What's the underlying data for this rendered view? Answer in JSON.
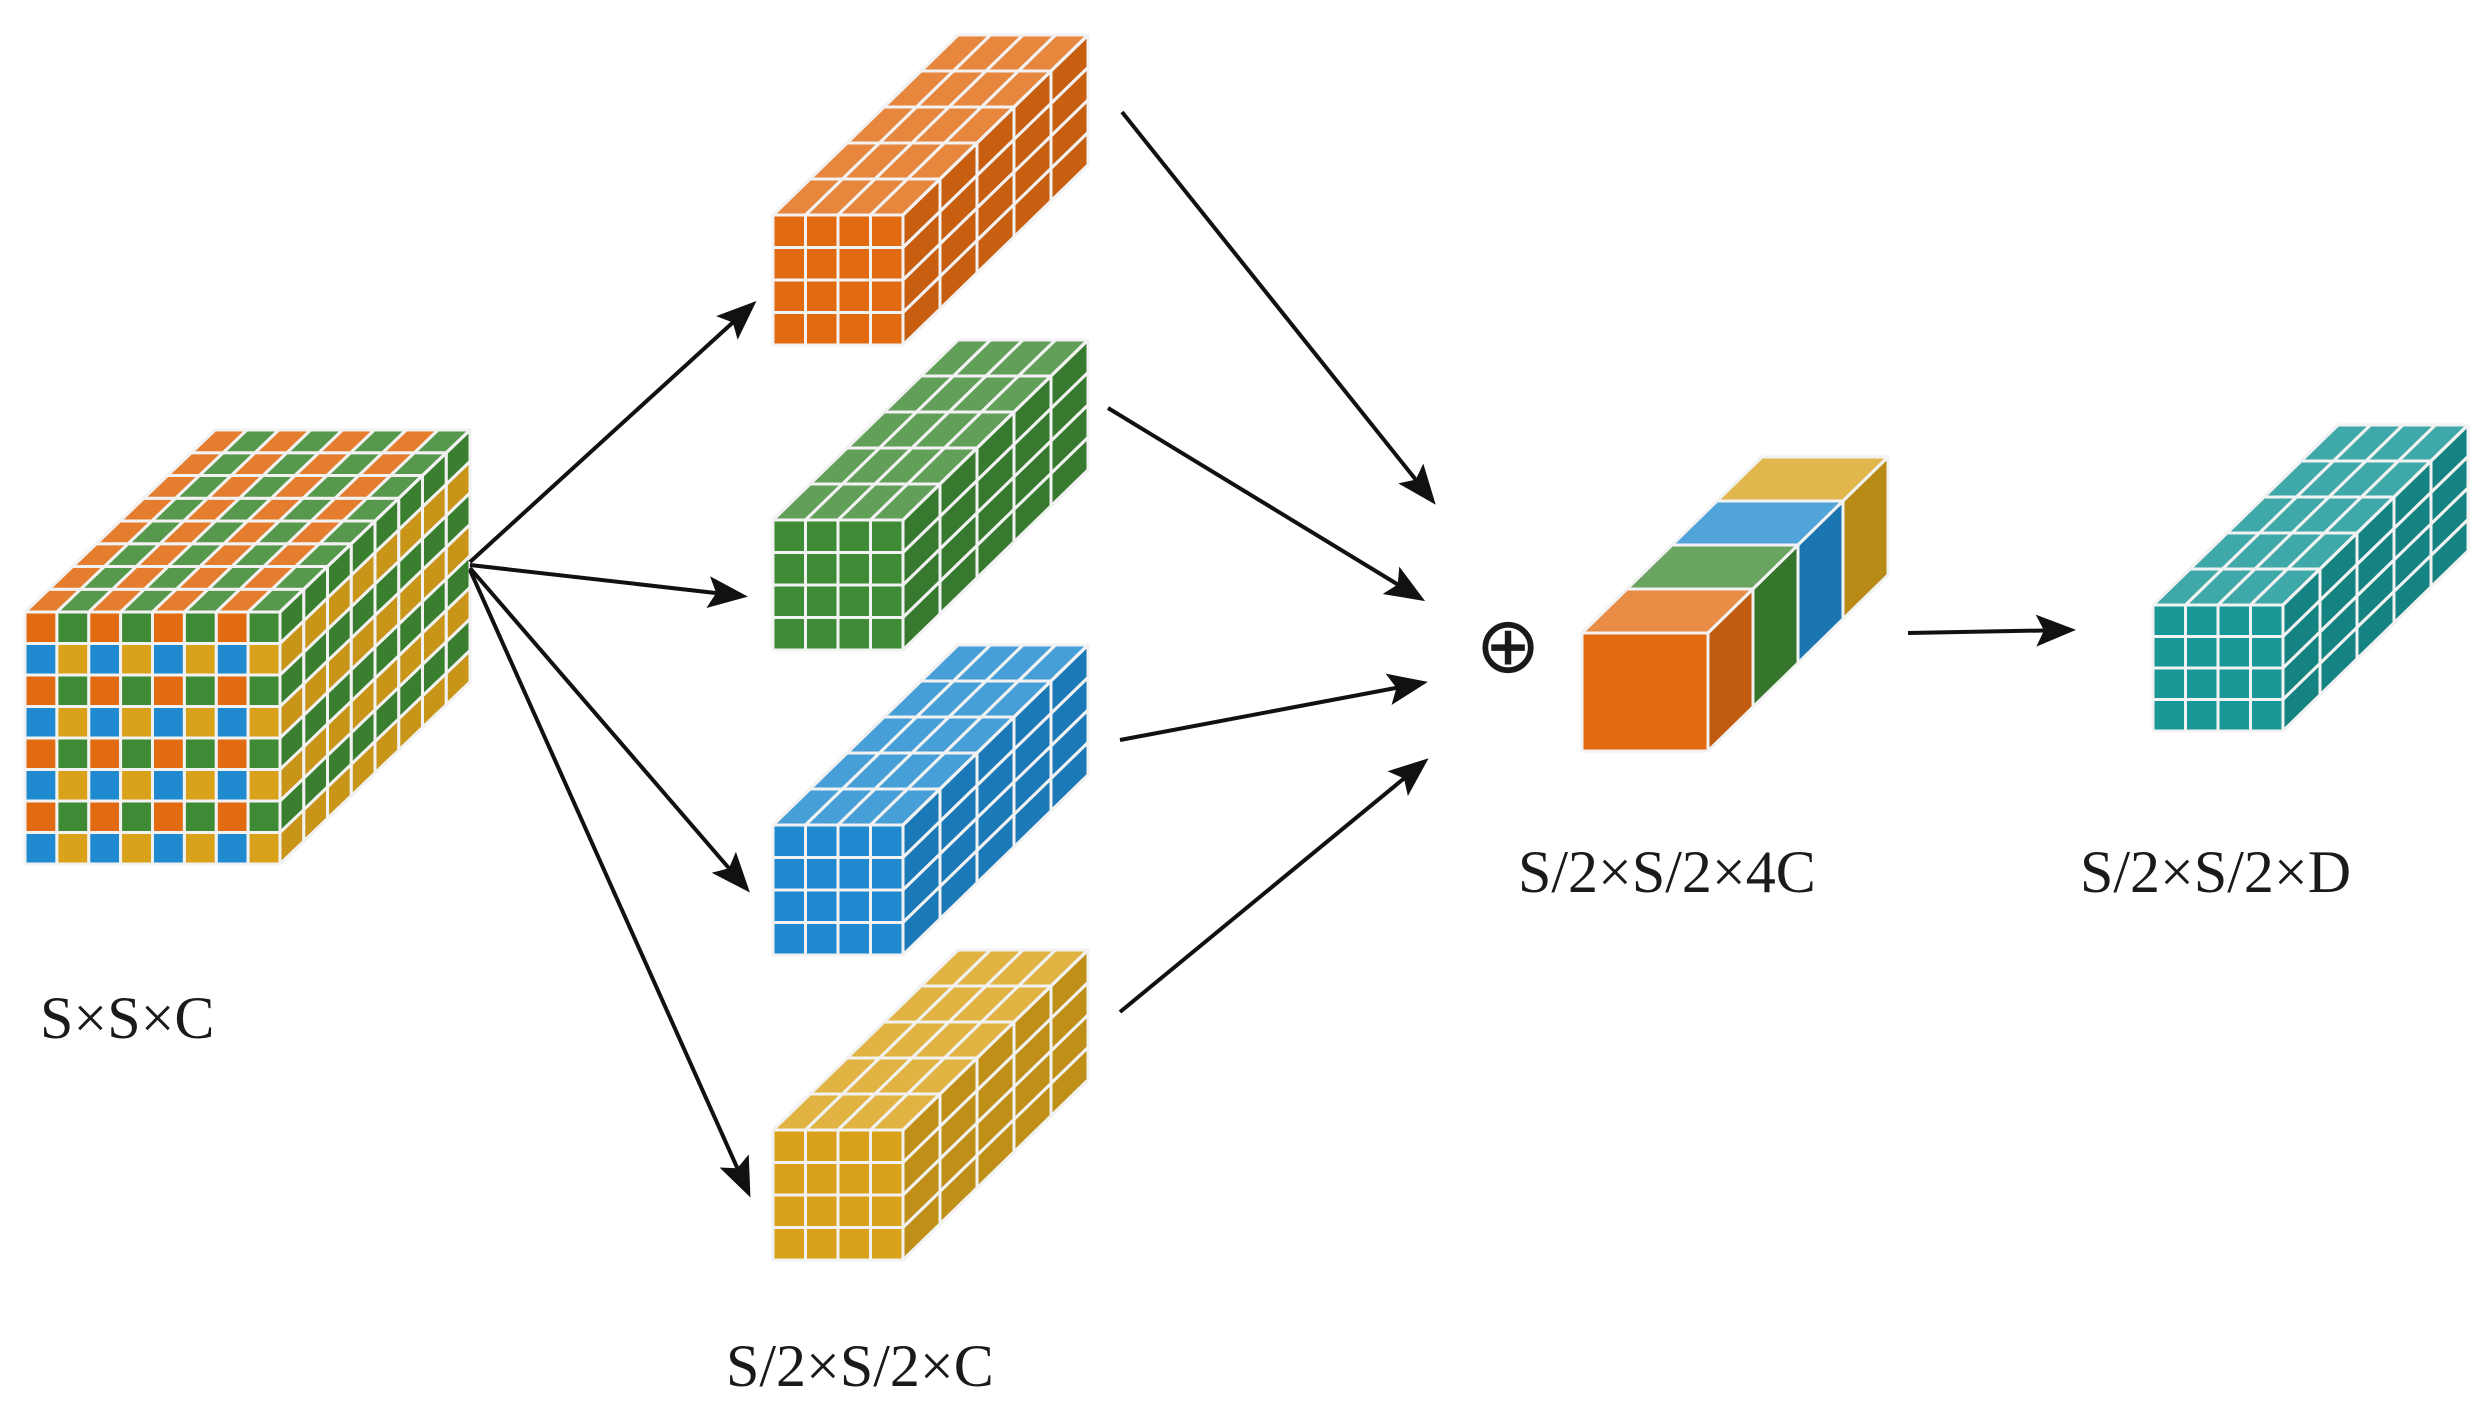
{
  "labels": {
    "input": "S×S×C",
    "split": "S/2×S/2×C",
    "concat": "S/2×S/2×4C",
    "output": "S/2×S/2×D",
    "concat_operator": "⊕"
  },
  "colors": {
    "orange": "#E26B12",
    "green": "#3F8A34",
    "blue": "#1F8AD0",
    "gold": "#D9A21A",
    "teal": "#1A9898",
    "grid_line": "#f2f2f2",
    "arrow": "#111111"
  },
  "input_tensor": {
    "front_pattern": [
      [
        "orange",
        "green",
        "orange",
        "green",
        "orange",
        "green",
        "orange",
        "green"
      ],
      [
        "blue",
        "gold",
        "blue",
        "gold",
        "blue",
        "gold",
        "blue",
        "gold"
      ],
      [
        "orange",
        "green",
        "orange",
        "green",
        "orange",
        "green",
        "orange",
        "green"
      ],
      [
        "blue",
        "gold",
        "blue",
        "gold",
        "blue",
        "gold",
        "blue",
        "gold"
      ],
      [
        "orange",
        "green",
        "orange",
        "green",
        "orange",
        "green",
        "orange",
        "green"
      ],
      [
        "blue",
        "gold",
        "blue",
        "gold",
        "blue",
        "gold",
        "blue",
        "gold"
      ],
      [
        "orange",
        "green",
        "orange",
        "green",
        "orange",
        "green",
        "orange",
        "green"
      ],
      [
        "blue",
        "gold",
        "blue",
        "gold",
        "blue",
        "gold",
        "blue",
        "gold"
      ]
    ]
  },
  "split_tensors": [
    {
      "name": "orange",
      "color": "orange"
    },
    {
      "name": "green",
      "color": "green"
    },
    {
      "name": "blue",
      "color": "blue"
    },
    {
      "name": "gold",
      "color": "gold"
    }
  ],
  "concat_blocks": [
    "orange",
    "green",
    "blue",
    "gold"
  ],
  "output_tensor": {
    "color": "teal"
  }
}
